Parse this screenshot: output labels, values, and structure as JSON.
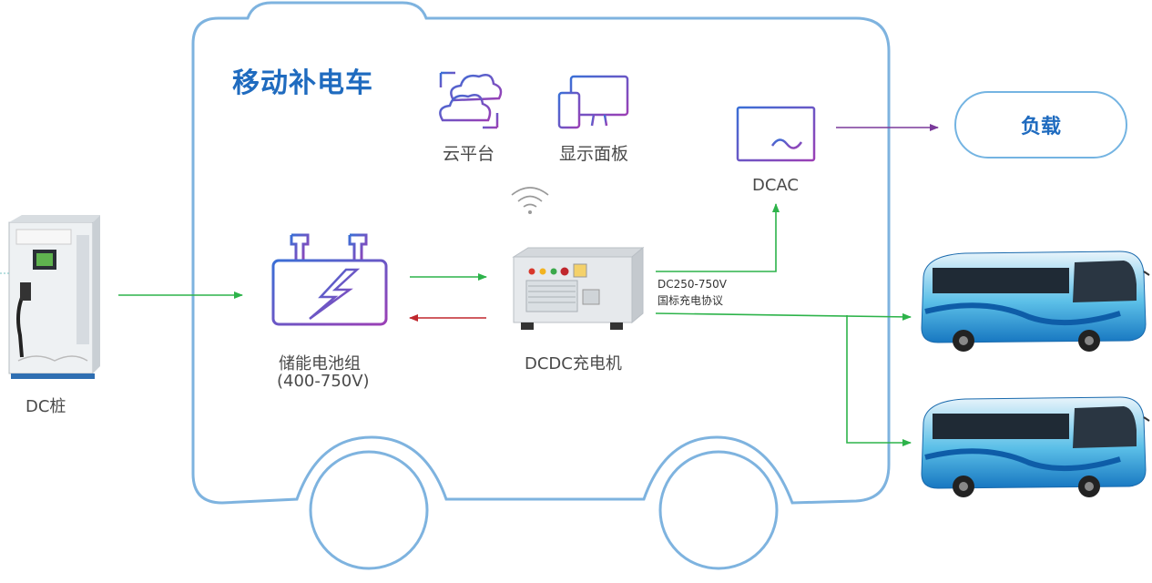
{
  "title": "移动补电车",
  "icons": {
    "cloud": {
      "label": "云平台",
      "icon": "cloud-icon"
    },
    "display": {
      "label": "显示面板",
      "icon": "monitor-icon"
    },
    "dcac": {
      "label": "DCAC",
      "icon": "inverter-icon"
    },
    "wifi": {
      "icon": "wifi-icon"
    }
  },
  "battery": {
    "label": "储能电池组",
    "voltage": "(400-750V)",
    "icon": "battery-icon"
  },
  "dcdc": {
    "label": "DCDC充电机"
  },
  "output_line": {
    "voltage": "DC250-750V",
    "protocol": "国标充电协议"
  },
  "load": {
    "label": "负载"
  },
  "dc_pile": {
    "label": "DC桩"
  },
  "colors": {
    "accent": "#1f6bbf",
    "outline": "#7eb3df",
    "forward_arrow": "#2db34a",
    "reverse_arrow": "#c0272d",
    "load_arrow": "#7a3a9a"
  }
}
